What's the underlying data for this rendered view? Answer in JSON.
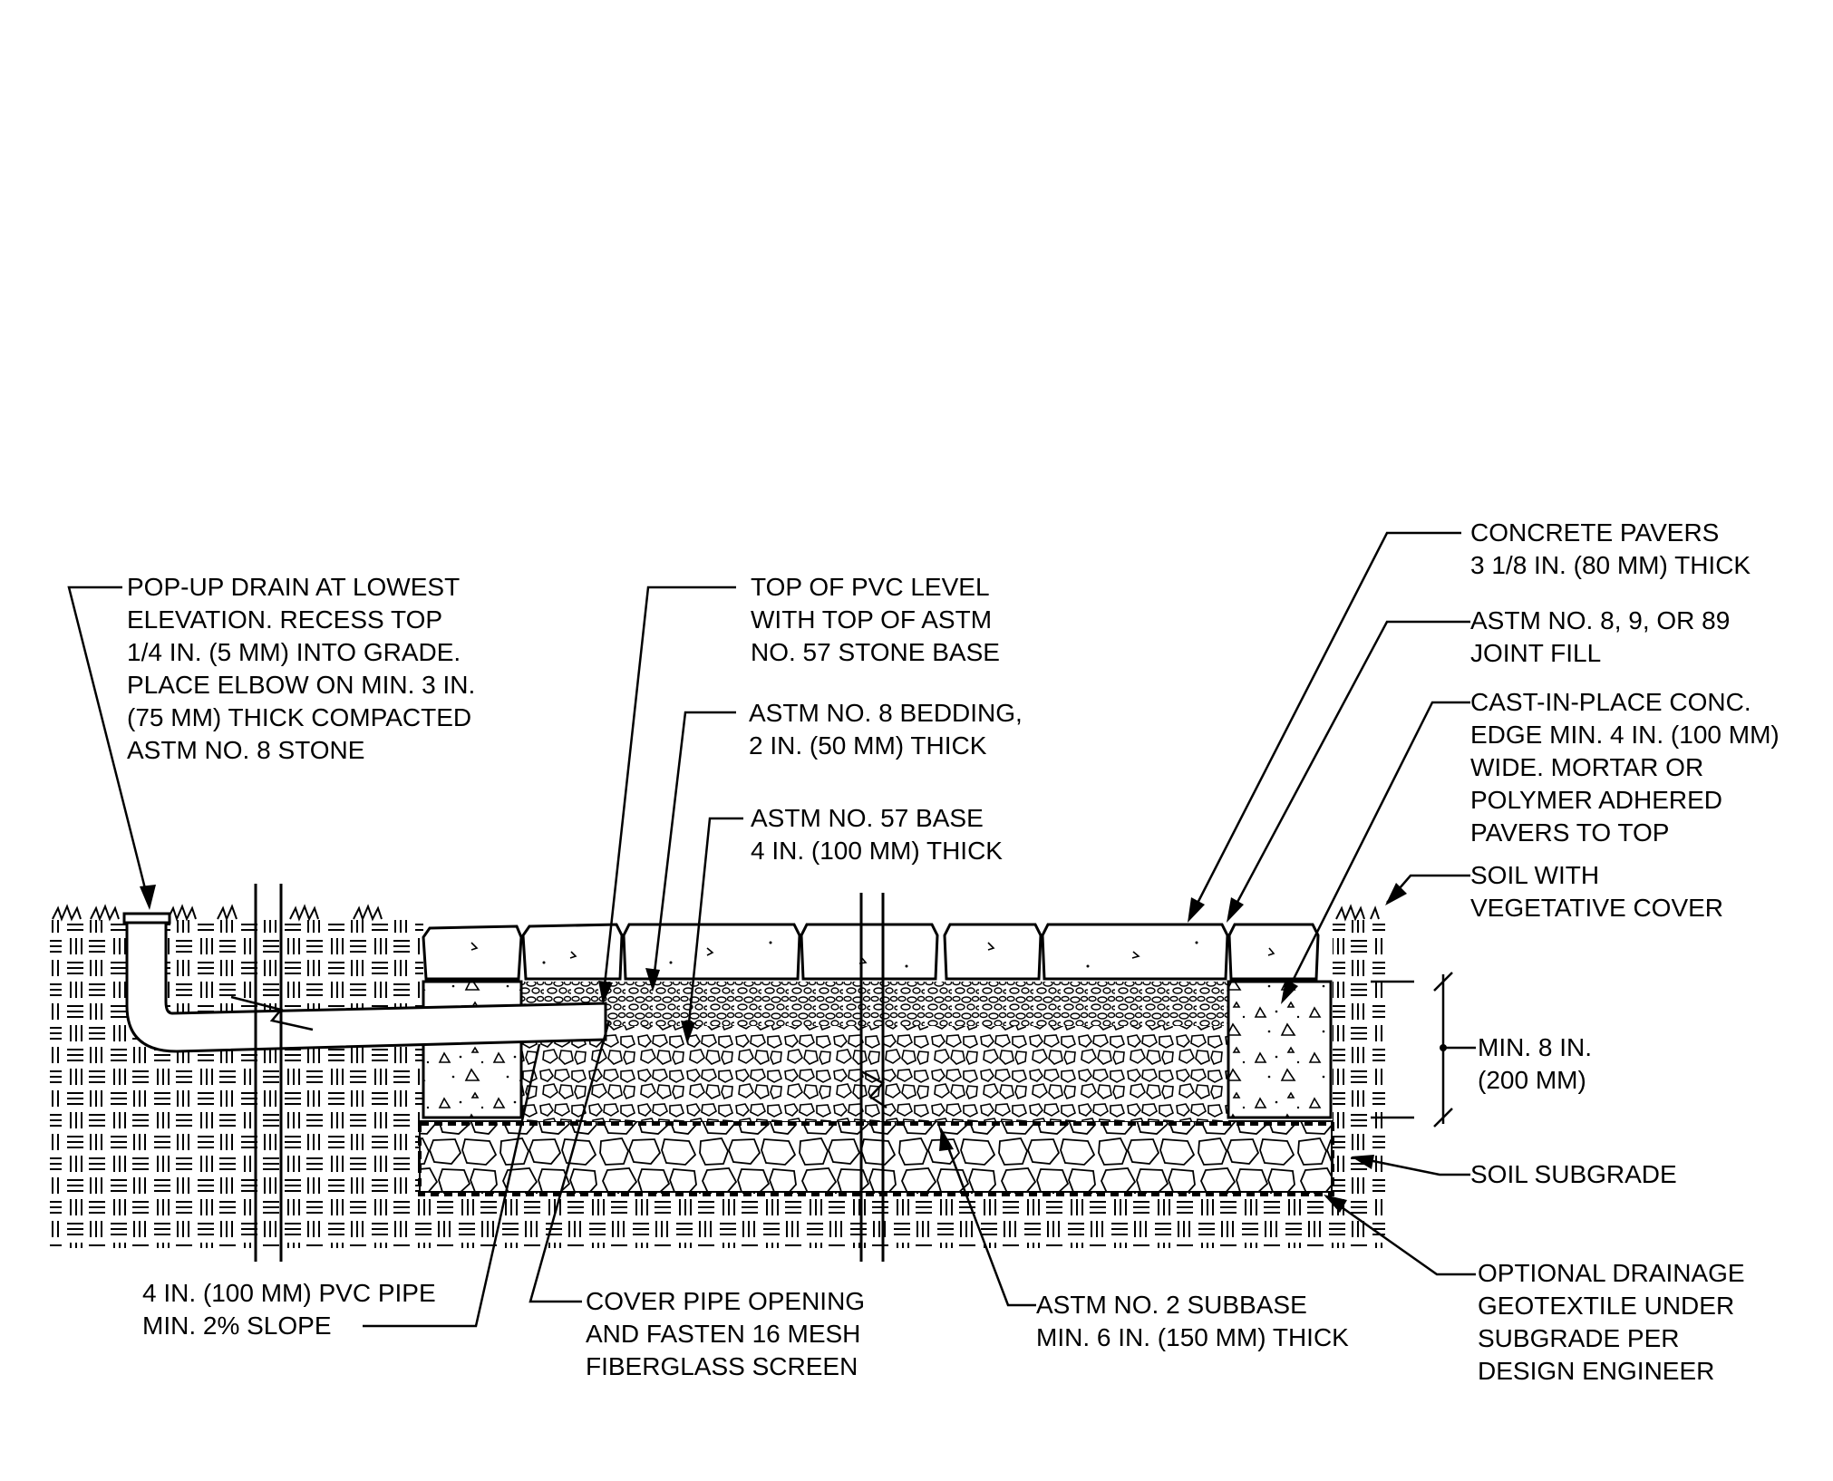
{
  "labels": {
    "pop_up_drain": [
      "POP-UP DRAIN AT LOWEST",
      "ELEVATION.  RECESS TOP",
      "1/4 IN. (5 MM) INTO GRADE.",
      "PLACE ELBOW ON MIN. 3 IN.",
      "(75 MM) THICK COMPACTED",
      "ASTM NO. 8 STONE"
    ],
    "top_of_pvc": [
      "TOP OF PVC LEVEL",
      "WITH TOP OF ASTM",
      "NO. 57 STONE BASE"
    ],
    "bedding": [
      "ASTM NO. 8 BEDDING,",
      "2 IN. (50 MM) THICK"
    ],
    "base": [
      "ASTM NO. 57 BASE",
      "4 IN. (100 MM) THICK"
    ],
    "concrete_pavers": [
      "CONCRETE PAVERS",
      "3 1/8 IN. (80 MM) THICK"
    ],
    "joint_fill": [
      "ASTM NO. 8, 9, OR 89",
      "JOINT FILL"
    ],
    "cast_in_place": [
      "CAST-IN-PLACE CONC.",
      "EDGE MIN. 4 IN. (100 MM)",
      "WIDE.  MORTAR OR",
      "POLYMER ADHERED",
      "PAVERS TO TOP"
    ],
    "soil_cover": [
      "SOIL WITH",
      "VEGETATIVE COVER"
    ],
    "min_depth": [
      "MIN. 8 IN.",
      "(200 MM)"
    ],
    "soil_subgrade": [
      "SOIL SUBGRADE"
    ],
    "geotextile": [
      "OPTIONAL DRAINAGE",
      "GEOTEXTILE UNDER",
      "SUBGRADE PER",
      "DESIGN ENGINEER"
    ],
    "pvc_pipe": [
      "4 IN. (100 MM) PVC PIPE",
      "MIN. 2% SLOPE"
    ],
    "cover_pipe": [
      "COVER PIPE OPENING",
      "AND FASTEN 16 MESH",
      "FIBERGLASS SCREEN"
    ],
    "subbase": [
      "ASTM NO. 2 SUBBASE",
      "MIN. 6 IN. (150 MM) THICK"
    ]
  }
}
